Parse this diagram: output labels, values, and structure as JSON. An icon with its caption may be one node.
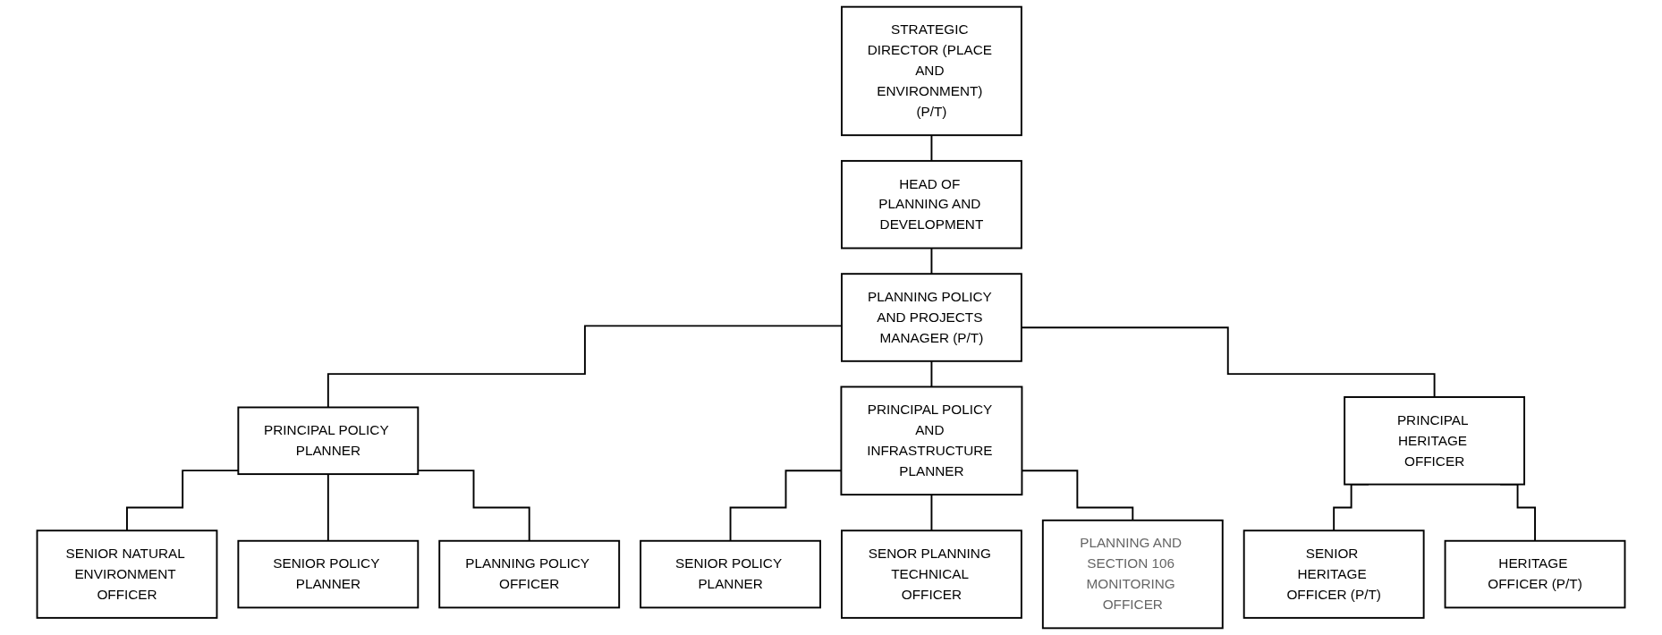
{
  "diagram": {
    "nodes": [
      {
        "text": [
          "STRATEGIC DIRECTOR (PLACE AND ENVIRONMENT) (P/T)"
        ]
      },
      {
        "text": [
          "HEAD OF PLANNING AND DEVELOPMENT"
        ]
      },
      {
        "text": [
          "PLANNING POLICY AND PROJECTS MANAGER (P/T)"
        ]
      },
      {
        "text": [
          "PRINCIPAL POLICY PLANNER"
        ]
      },
      {
        "text": [
          "PRINCIPAL POLICY AND INFRASTRUCTURE PLANNER"
        ]
      },
      {
        "text": [
          "PRINCIPAL HERITAGE OFFICER"
        ]
      },
      {
        "text": [
          "SENIOR NATURAL ENVIRONMENT OFFICER"
        ]
      },
      {
        "text": [
          "SENIOR POLICY PLANNER"
        ]
      },
      {
        "text": [
          "PLANNING POLICY OFFICER"
        ]
      },
      {
        "text": [
          "SENIOR POLICY PLANNER"
        ]
      },
      {
        "text": [
          "SENOR PLANNING TECHNICAL OFFICER"
        ]
      },
      {
        "text": [
          "PLANNING AND SECTION 106 MONITORING OFFICER"
        ]
      },
      {
        "text": [
          "SENIOR HERITAGE OFFICER (P/T)"
        ]
      },
      {
        "text": [
          "HERITAGE OFFICER (P/T)"
        ]
      }
    ],
    "edges": [
      {
        "from": 0,
        "to": 1,
        "arrow": "none"
      },
      {
        "from": 1,
        "to": 2,
        "arrow": "none"
      },
      {
        "from": 2,
        "to": 3,
        "arrow": "none"
      },
      {
        "from": 2,
        "to": 4,
        "arrow": "none"
      },
      {
        "from": 2,
        "to": 5,
        "arrow": "none"
      },
      {
        "from": 3,
        "to": 6,
        "arrow": "none"
      },
      {
        "from": 3,
        "to": 7,
        "arrow": "none"
      },
      {
        "from": 3,
        "to": 8,
        "arrow": "none"
      },
      {
        "from": 4,
        "to": 9,
        "arrow": "none"
      },
      {
        "from": 4,
        "to": 10,
        "arrow": "none"
      },
      {
        "from": 4,
        "to": 11,
        "arrow": "none"
      },
      {
        "from": 5,
        "to": 12,
        "arrow": "none"
      },
      {
        "from": 5,
        "to": 13,
        "arrow": "none"
      }
    ]
  }
}
